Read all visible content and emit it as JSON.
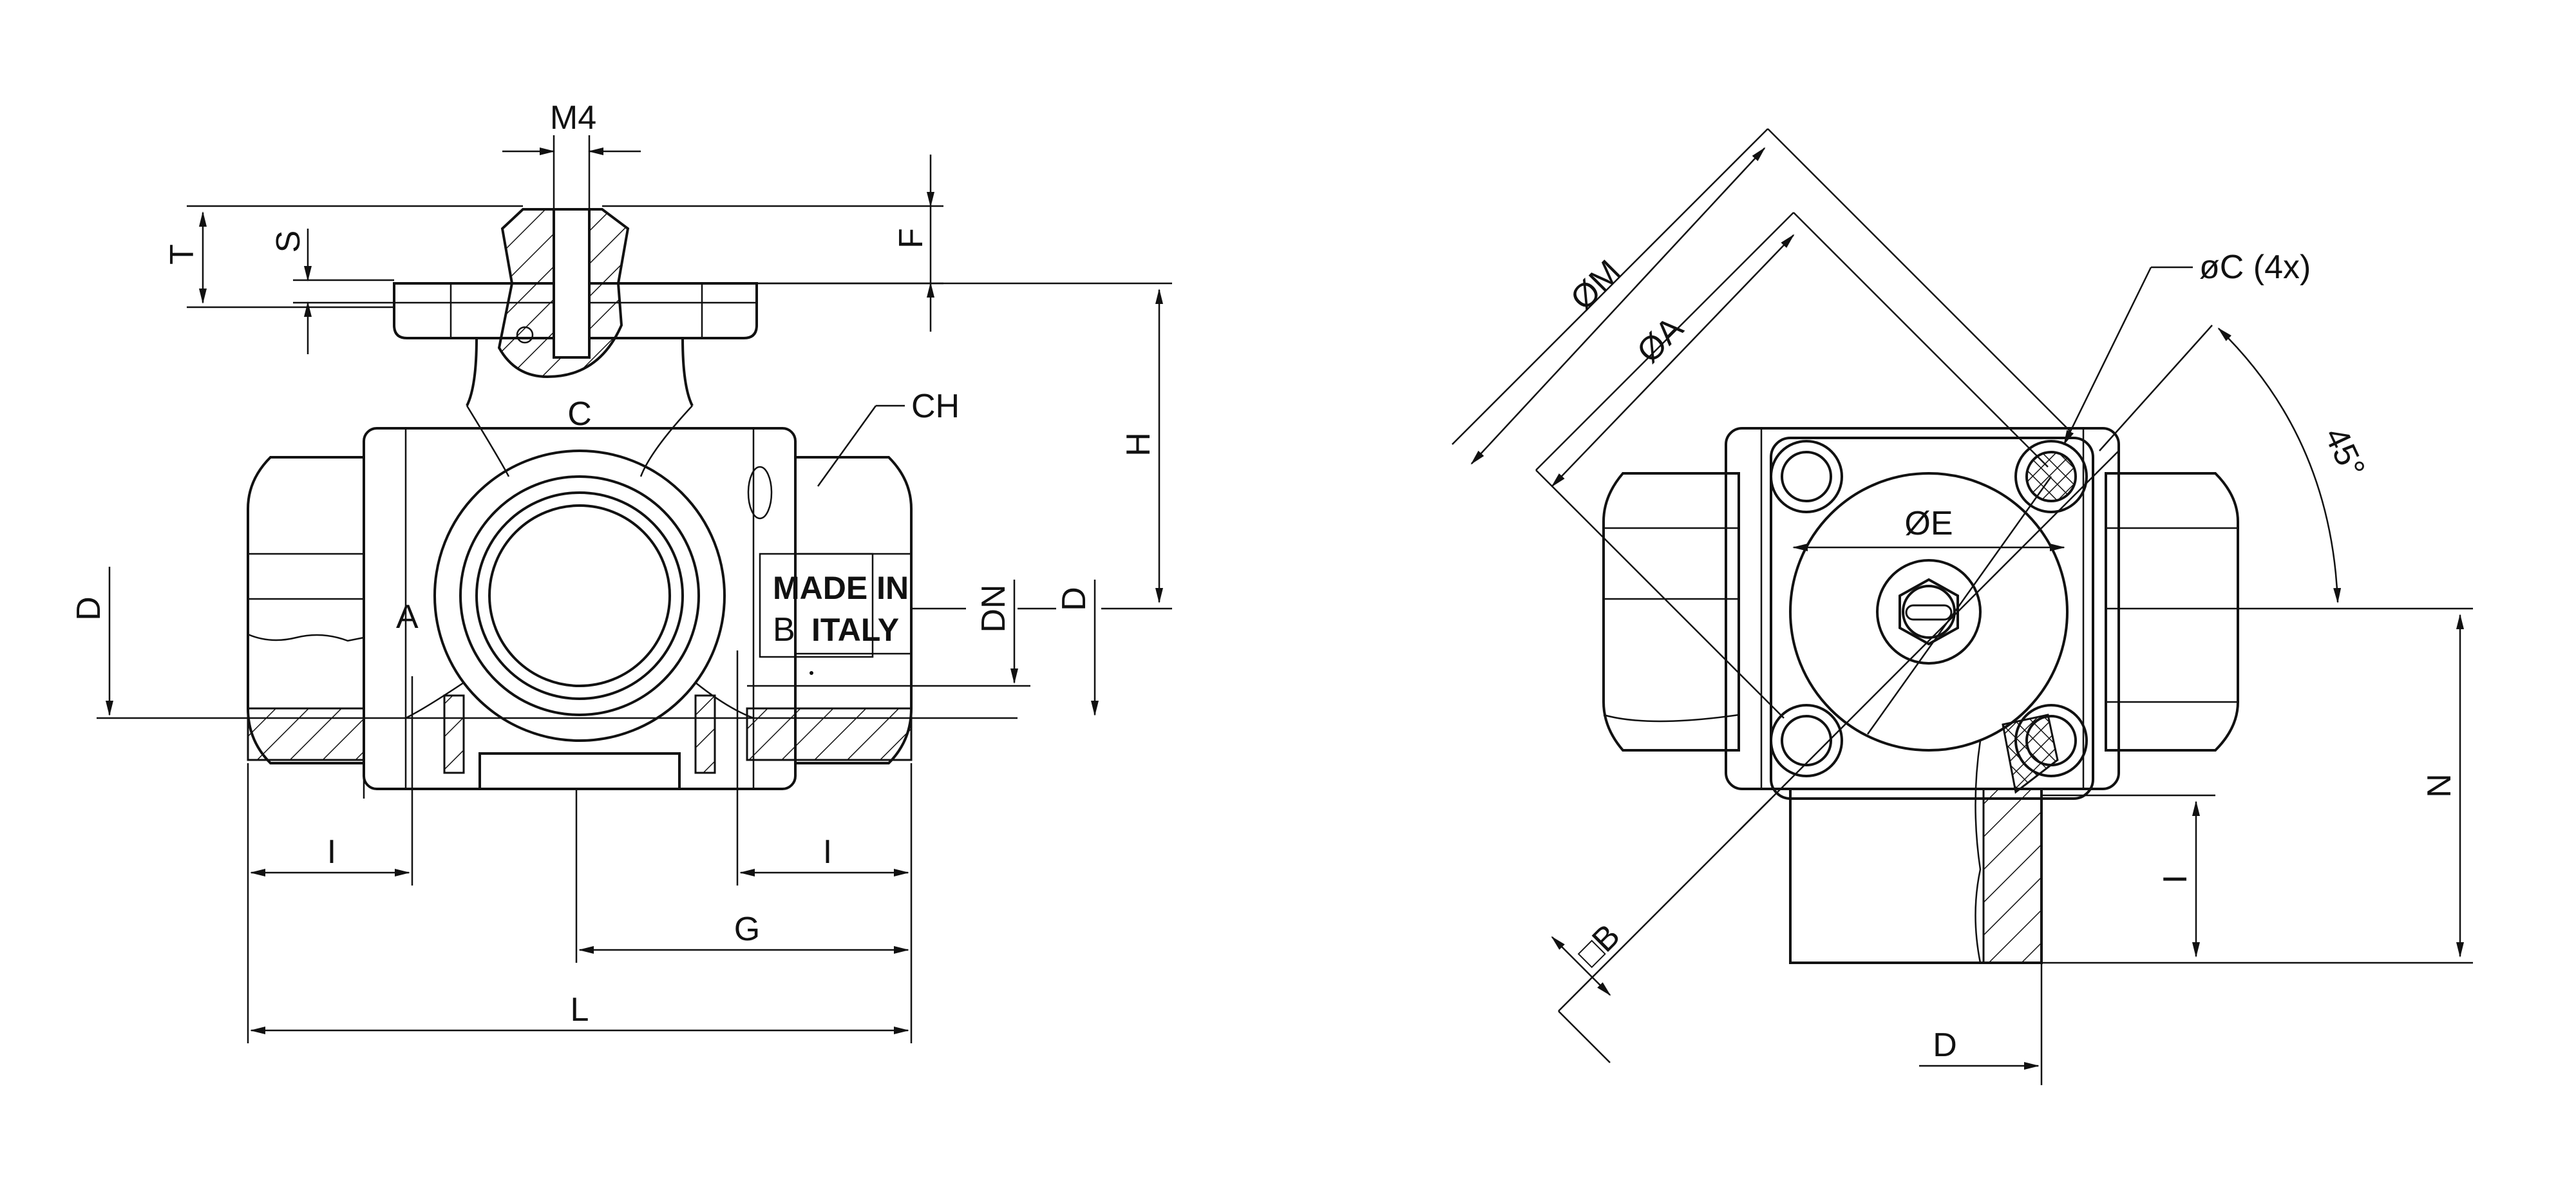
{
  "labels": {
    "m4": "M4",
    "t": "T",
    "s": "S",
    "f": "F",
    "c": "C",
    "ch": "CH",
    "h": "H",
    "d": "D",
    "dn": "DN",
    "a": "A",
    "b": "B",
    "i": "I",
    "g": "G",
    "l": "L",
    "dia_m": "ØM",
    "dia_a": "ØA",
    "dia_e": "ØE",
    "dia_c_4x": "øC (4x)",
    "angle_45": "45°",
    "square_b": "□B",
    "n": "N"
  },
  "embossing": {
    "line1": "MADE IN",
    "line2": "ITALY"
  },
  "style": {
    "line_color": "#111111",
    "background": "#ffffff"
  }
}
